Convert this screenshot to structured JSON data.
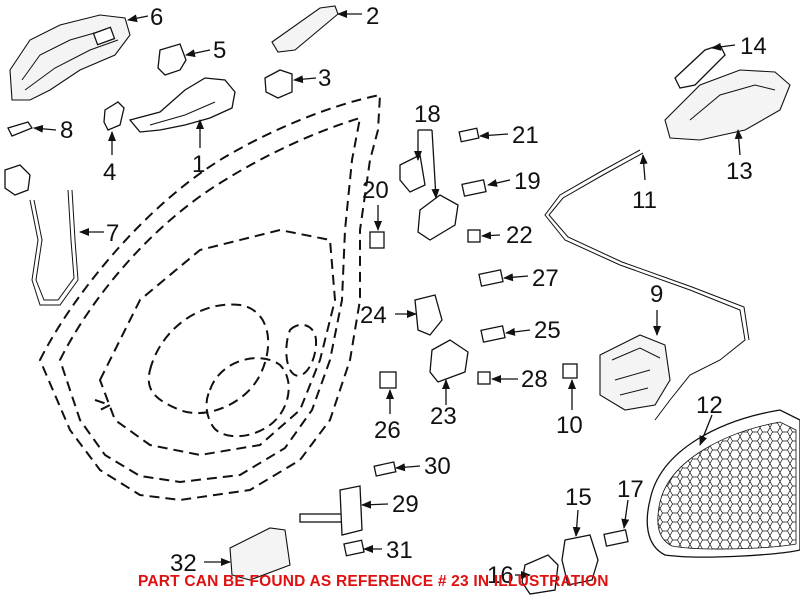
{
  "callouts": {
    "c1": "1",
    "c2": "2",
    "c3": "3",
    "c4": "4",
    "c5": "5",
    "c6": "6",
    "c7": "7",
    "c8": "8",
    "c9": "9",
    "c10": "10",
    "c11": "11",
    "c12": "12",
    "c13": "13",
    "c14": "14",
    "c15": "15",
    "c16": "16",
    "c17": "17",
    "c18": "18",
    "c19": "19",
    "c20": "20",
    "c21": "21",
    "c22": "22",
    "c23": "23",
    "c24": "24",
    "c25": "25",
    "c26": "26",
    "c27": "27",
    "c28": "28",
    "c29": "29",
    "c30": "30",
    "c31": "31",
    "c32": "32"
  },
  "notice": "PART CAN BE FOUND AS REFERENCE # 23 IN ILLUSTRATION",
  "colors": {
    "notice": "#e01010",
    "ink": "#111111"
  }
}
